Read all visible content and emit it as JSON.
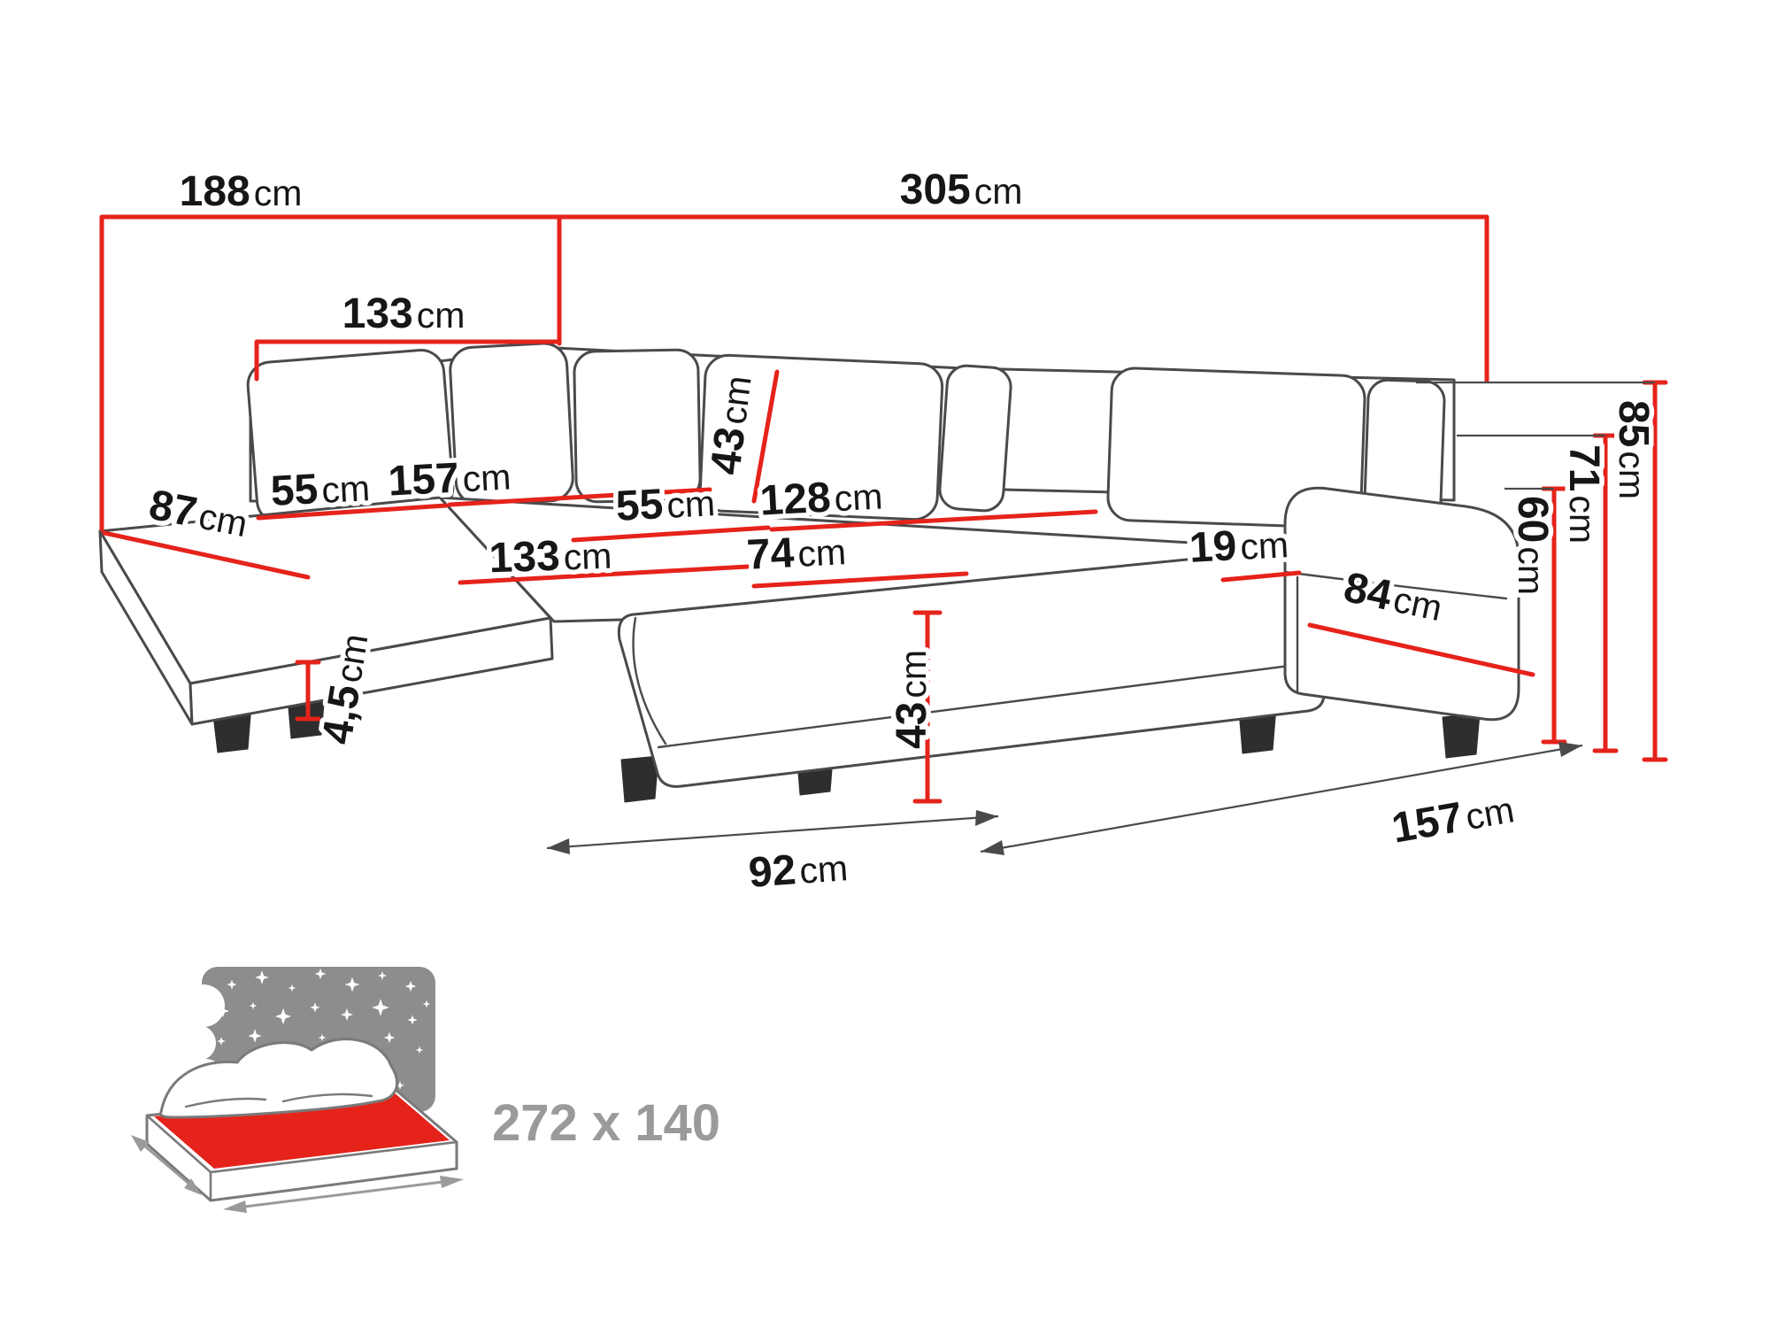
{
  "colors": {
    "red": "#e5231b",
    "outline": "#4a4a4a",
    "text": "#161616",
    "muted": "#9a9a9a",
    "headboard": "#8d8d8d",
    "feet": "#2e2e2e"
  },
  "dimensions": {
    "width_left": {
      "value": "188",
      "unit": "cm"
    },
    "width_right": {
      "value": "305",
      "unit": "cm"
    },
    "back_left": {
      "value": "133",
      "unit": "cm"
    },
    "chaise_left": {
      "value": "87",
      "unit": "cm"
    },
    "cushion_a": {
      "value": "55",
      "unit": "cm"
    },
    "seat_a": {
      "value": "157",
      "unit": "cm"
    },
    "cushion_b": {
      "value": "55",
      "unit": "cm"
    },
    "cushion_height": {
      "value": "43",
      "unit": "cm"
    },
    "seat_b": {
      "value": "128",
      "unit": "cm"
    },
    "seat_depth": {
      "value": "133",
      "unit": "cm"
    },
    "ottoman_width": {
      "value": "74",
      "unit": "cm"
    },
    "armrest_width": {
      "value": "19",
      "unit": "cm"
    },
    "armrest_depth": {
      "value": "84",
      "unit": "cm"
    },
    "seat_front_height": {
      "value": "43",
      "unit": "cm"
    },
    "leg_height": {
      "value": "4,5",
      "unit": "cm"
    },
    "depth_front_left": {
      "value": "92",
      "unit": "cm"
    },
    "depth_front_right": {
      "value": "157",
      "unit": "cm"
    },
    "height_total": {
      "value": "85",
      "unit": "cm"
    },
    "height_arm": {
      "value": "71",
      "unit": "cm"
    },
    "height_seat": {
      "value": "60",
      "unit": "cm"
    }
  },
  "bed": {
    "size": "272 x 140"
  }
}
